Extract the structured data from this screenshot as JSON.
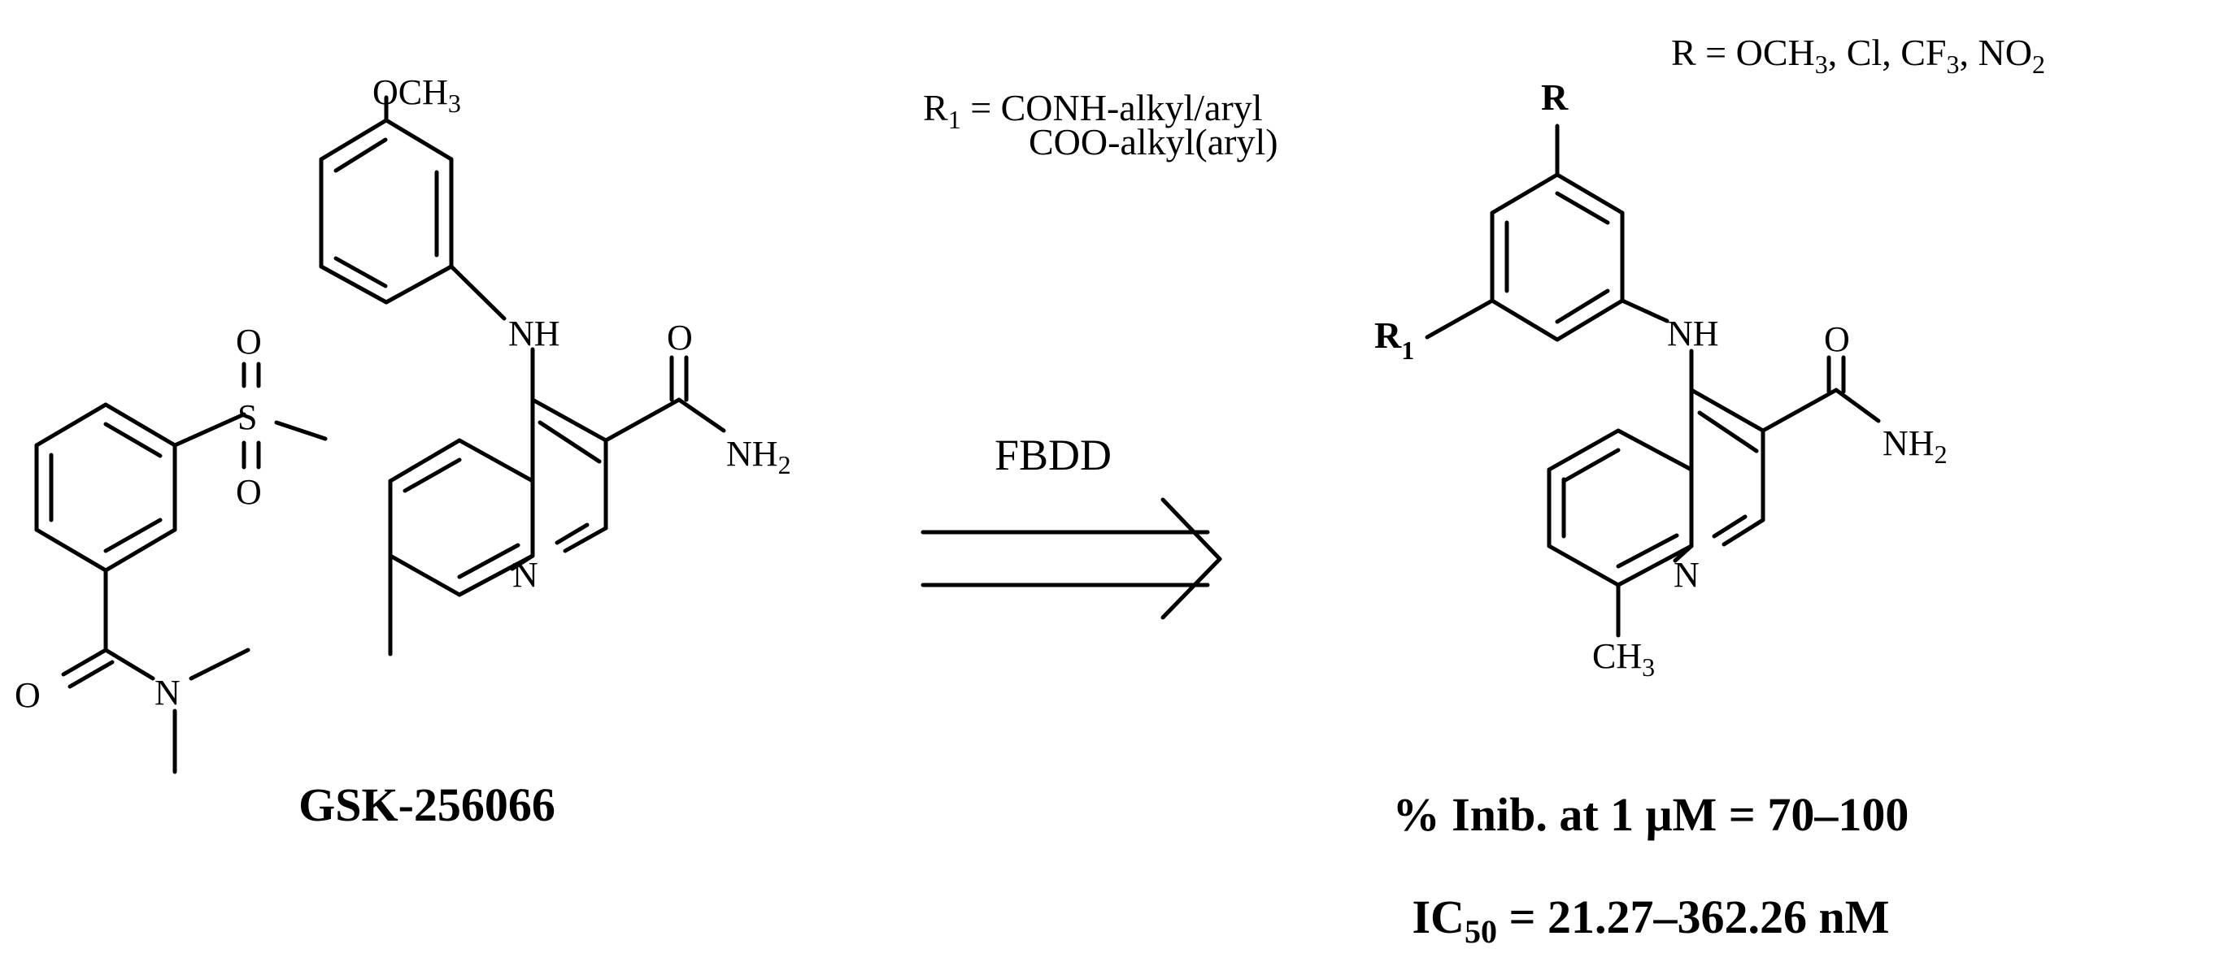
{
  "colors": {
    "red": "#ff0000",
    "blue": "#0000ff",
    "black": "#000000"
  },
  "left_molecule": {
    "name": "GSK-256066",
    "ome_main": "OCH",
    "ome_sub": "3",
    "nh": "NH",
    "o_amide": "O",
    "nh2_main": "NH",
    "nh2_sub": "2",
    "n_ring": "N",
    "s": "S",
    "o_sulfonyl_top": "O",
    "o_sulfonyl_bottom": "O",
    "o_dma": "O",
    "n_dma": "N"
  },
  "arrow": {
    "label": "FBDD"
  },
  "right_molecule": {
    "r_label": "R",
    "r1_main": "R",
    "r1_sub": "1",
    "nh": "NH",
    "o_amide": "O",
    "nh2_main": "NH",
    "nh2_sub": "2",
    "n_ring": "N",
    "ch3_main": "CH",
    "ch3_sub": "3"
  },
  "r1_definition": {
    "r_main": "R",
    "r_sub": "1",
    "line1": " = CONH-alkyl/aryl",
    "line2": "COO-alkyl(aryl)"
  },
  "r_definition": {
    "prefix": "R = OCH",
    "sub1": "3",
    "mid1": ", Cl, CF",
    "sub2": "3",
    "mid2": ", NO",
    "sub3": "2"
  },
  "results": {
    "line1_part1": "% Inib. at 1 ",
    "line1_mu": "μ",
    "line1_part2": "M = 70–100",
    "ic_main": "IC",
    "ic_sub": "50",
    "ic_rest": " = 21.27–362.26 nM"
  }
}
